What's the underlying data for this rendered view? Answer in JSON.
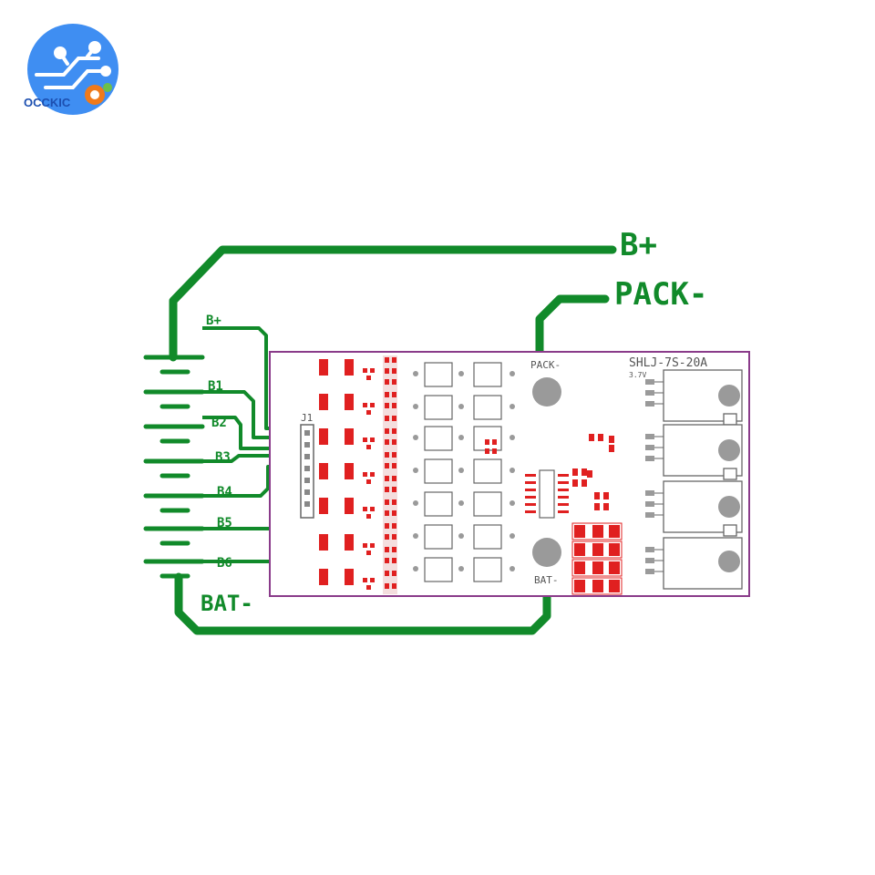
{
  "brand": {
    "name": "OCCKIC",
    "circle_color": "#3f8ef2"
  },
  "wires": {
    "b_plus": "B+",
    "pack_minus": "PACK-",
    "bat_minus": "BAT-",
    "color": "#118a2a"
  },
  "cells": {
    "labels": [
      "B+",
      "B1",
      "B2",
      "B3",
      "B4",
      "B5",
      "B6"
    ]
  },
  "board": {
    "model": "SHLJ-7S-20A",
    "sub_label": "3.7V",
    "connector": "J1",
    "pad_pack_minus": "PACK-",
    "pad_bat_minus": "BAT-",
    "outline_color": "#8a3b8a",
    "component_color": "#e02020"
  }
}
